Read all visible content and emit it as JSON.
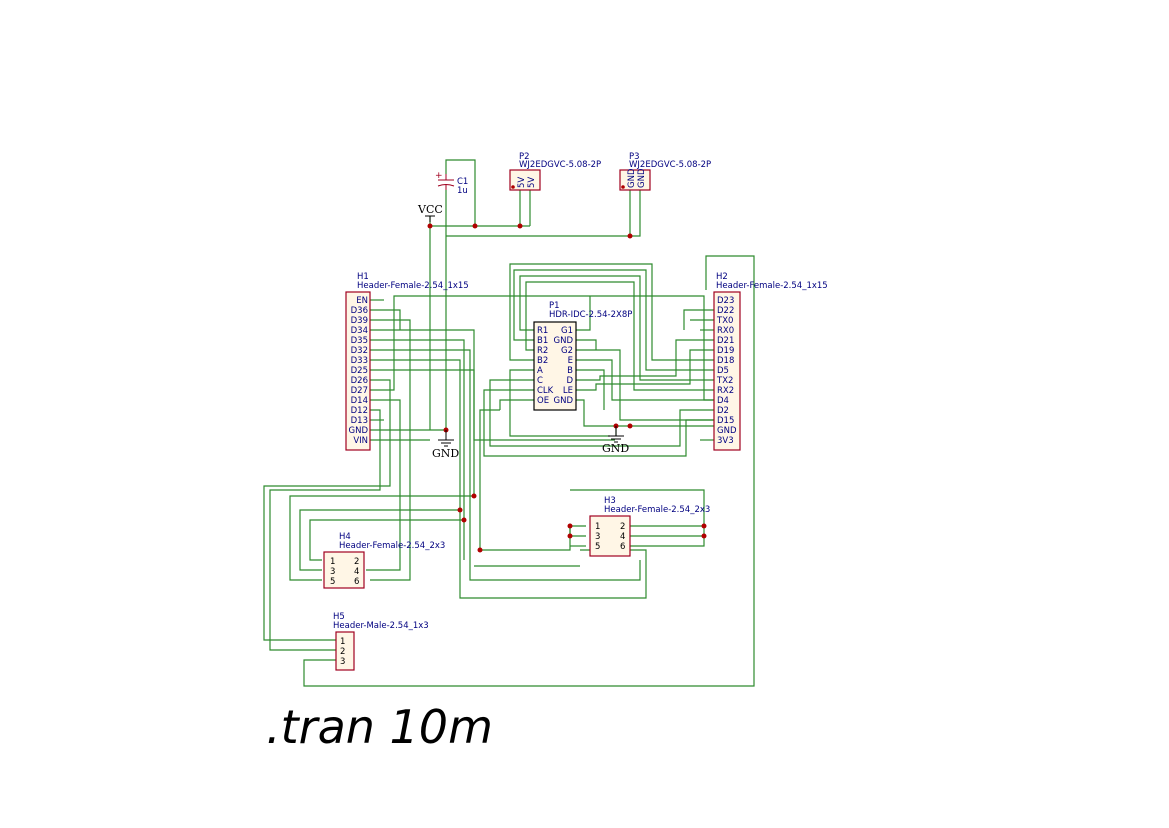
{
  "directive": ".tran 10m",
  "colors": {
    "wire": "#2e8b2e",
    "junction": "#b00000",
    "body": "#a00020",
    "label": "#000080"
  },
  "power": {
    "vcc": "VCC",
    "gnd": "GND"
  },
  "parts": {
    "c1": {
      "ref": "C1",
      "value": "1u"
    },
    "p2": {
      "ref": "P2",
      "value": "WJ2EDGVC-5.08-2P",
      "pins": [
        "5V",
        "5V"
      ]
    },
    "p3": {
      "ref": "P3",
      "value": "WJ2EDGVC-5.08-2P",
      "pins": [
        "GND",
        "GND"
      ]
    },
    "h1": {
      "ref": "H1",
      "value": "Header-Female-2.54_1x15",
      "pins": [
        "EN",
        "D36",
        "D39",
        "D34",
        "D35",
        "D32",
        "D33",
        "D25",
        "D26",
        "D27",
        "D14",
        "D12",
        "D13",
        "GND",
        "VIN"
      ]
    },
    "h2": {
      "ref": "H2",
      "value": "Header-Female-2.54_1x15",
      "pins": [
        "D23",
        "D22",
        "TX0",
        "RX0",
        "D21",
        "D19",
        "D18",
        "D5",
        "TX2",
        "RX2",
        "D4",
        "D2",
        "D15",
        "GND",
        "3V3"
      ]
    },
    "p1": {
      "ref": "P1",
      "value": "HDR-IDC-2.54-2X8P",
      "left": [
        "R1",
        "B1",
        "R2",
        "B2",
        "A",
        "C",
        "CLK",
        "OE"
      ],
      "right": [
        "G1",
        "GND",
        "G2",
        "E",
        "B",
        "D",
        "LE",
        "GND"
      ]
    },
    "h3": {
      "ref": "H3",
      "value": "Header-Female-2.54_2x3",
      "pins": [
        "1",
        "2",
        "3",
        "4",
        "5",
        "6"
      ]
    },
    "h4": {
      "ref": "H4",
      "value": "Header-Female-2.54_2x3",
      "pins": [
        "1",
        "2",
        "3",
        "4",
        "5",
        "6"
      ]
    },
    "h5": {
      "ref": "H5",
      "value": "Header-Male-2.54_1x3",
      "pins": [
        "1",
        "2",
        "3"
      ]
    }
  }
}
